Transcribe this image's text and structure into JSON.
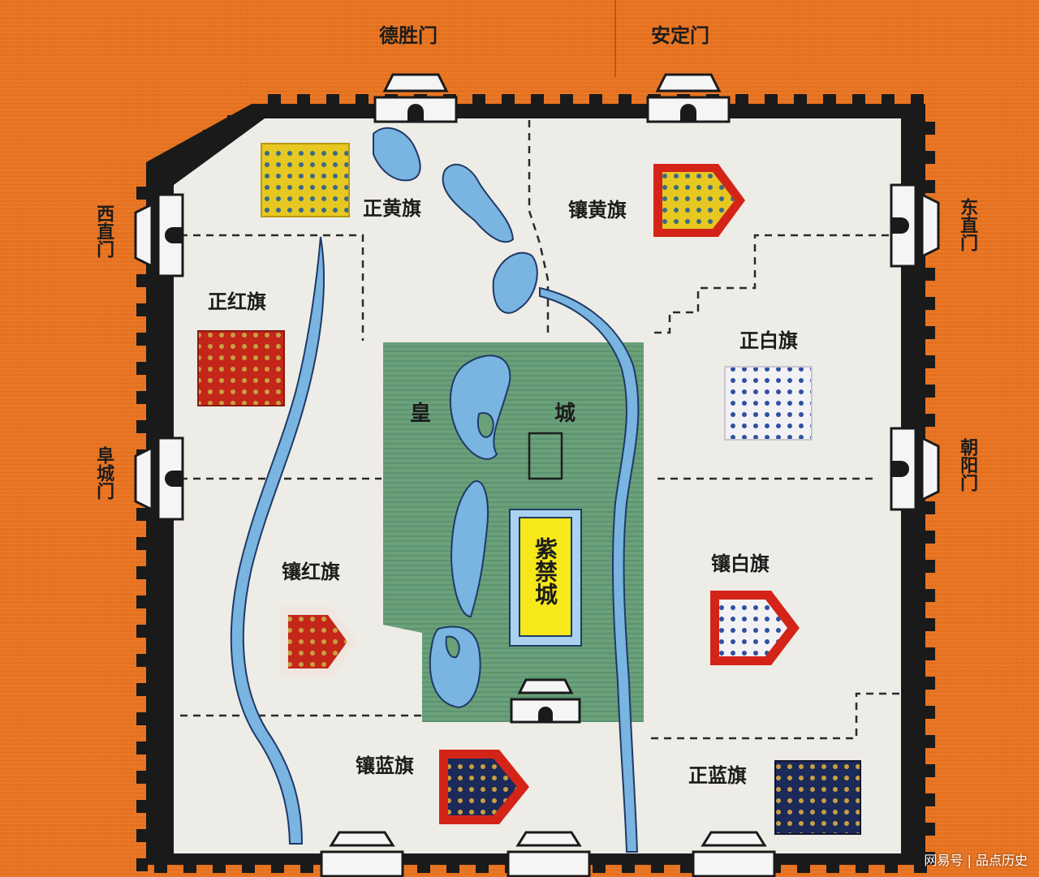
{
  "gates": {
    "north_west": "德胜门",
    "north_east": "安定门",
    "west_north": "西直门",
    "west_south": "阜城门",
    "east_north": "东直门",
    "east_south": "朝阳门"
  },
  "banners": {
    "zheng_huang": "正黄旗",
    "xiang_huang": "镶黄旗",
    "zheng_hong": "正红旗",
    "zheng_bai": "正白旗",
    "xiang_hong": "镶红旗",
    "xiang_bai": "镶白旗",
    "xiang_lan": "镶蓝旗",
    "zheng_lan": "正蓝旗"
  },
  "imperial_city": {
    "left_char": "皇",
    "right_char": "城"
  },
  "forbidden_city": "紫禁城",
  "watermark": "网易号 | 品点历史",
  "colors": {
    "background": "#e8721e",
    "land": "#eeece6",
    "wall": "#1a1a1a",
    "water": "#7ab4e0",
    "imperial_city": "#6aa07a",
    "forbidden_city": "#f7e81a",
    "flag_red": "#d42418",
    "flag_yellow": "#e6c820",
    "flag_blue": "#1c2a5a",
    "flag_white": "#f2f2f4"
  }
}
